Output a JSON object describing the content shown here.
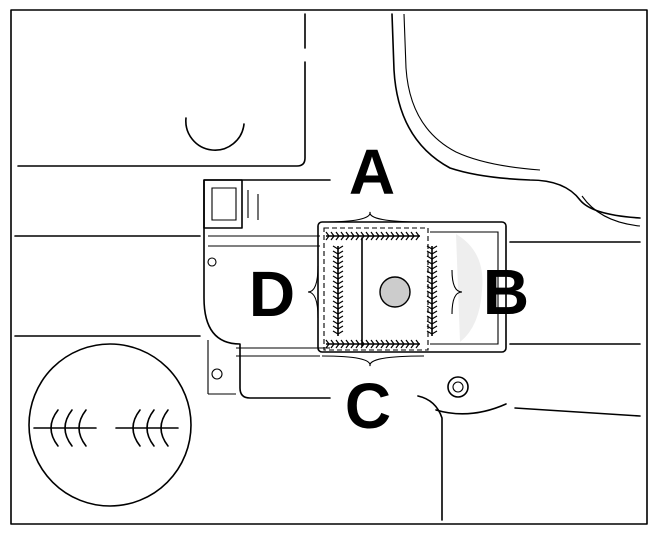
{
  "labels": {
    "a": "A",
    "b": "B",
    "c": "C",
    "d": "D"
  },
  "colors": {
    "line": "#000000",
    "background": "#ffffff",
    "fill_gray": "#cccccc",
    "pad_light": "#eeeeee"
  },
  "icons": {
    "clip_symbol": "hook-clip-icon"
  }
}
